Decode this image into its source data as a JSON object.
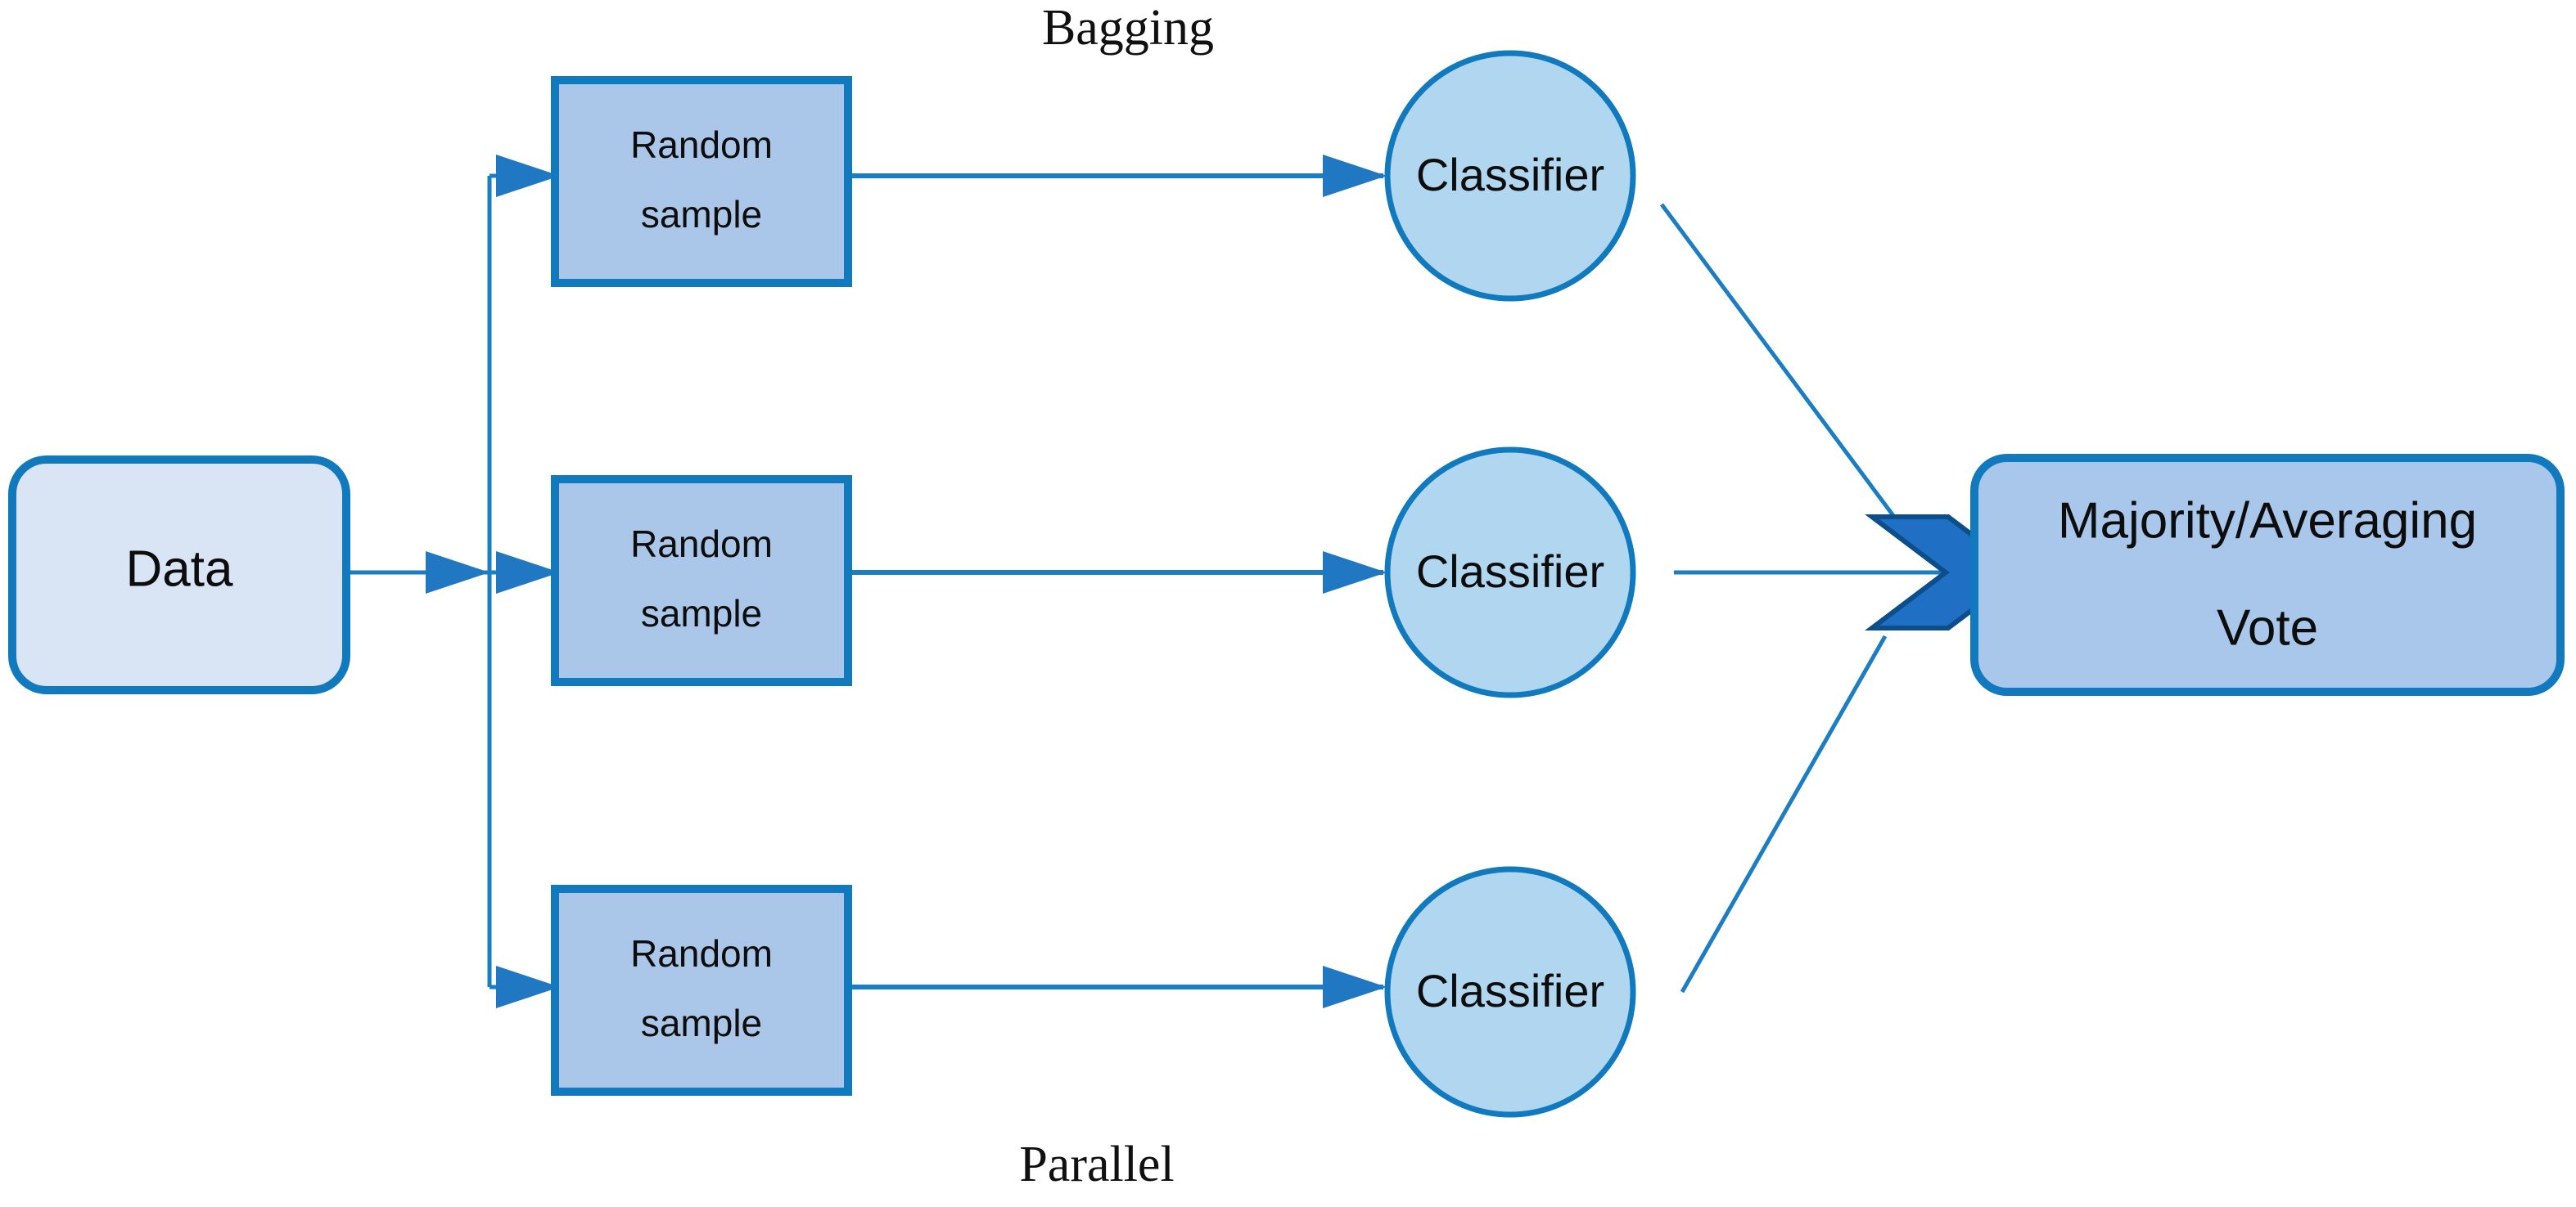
{
  "diagram": {
    "title_top": "Bagging",
    "title_bottom": "Parallel",
    "colors": {
      "accent_stroke": "#1179bd",
      "connector": "#1b7ec2",
      "arrowhead": "#1f78c1",
      "data_fill": "#d9e4f4",
      "sample_fill": "#aac6e9",
      "classifier_fill": "#b1d7f0",
      "vote_fill": "#a9c7ea",
      "chevron_fill": "#1f6fc4",
      "chevron_stroke": "#0b4e8a",
      "text": "#0d0d0d",
      "background": "#ffffff"
    },
    "source": {
      "label": "Data"
    },
    "samples": [
      {
        "line1": "Random",
        "line2": "sample"
      },
      {
        "line1": "Random",
        "line2": "sample"
      },
      {
        "line1": "Random",
        "line2": "sample"
      }
    ],
    "classifiers": [
      {
        "label": "Classifier"
      },
      {
        "label": "Classifier"
      },
      {
        "label": "Classifier"
      }
    ],
    "aggregator": {
      "line1": "Majority/Averaging",
      "line2": "Vote"
    }
  }
}
